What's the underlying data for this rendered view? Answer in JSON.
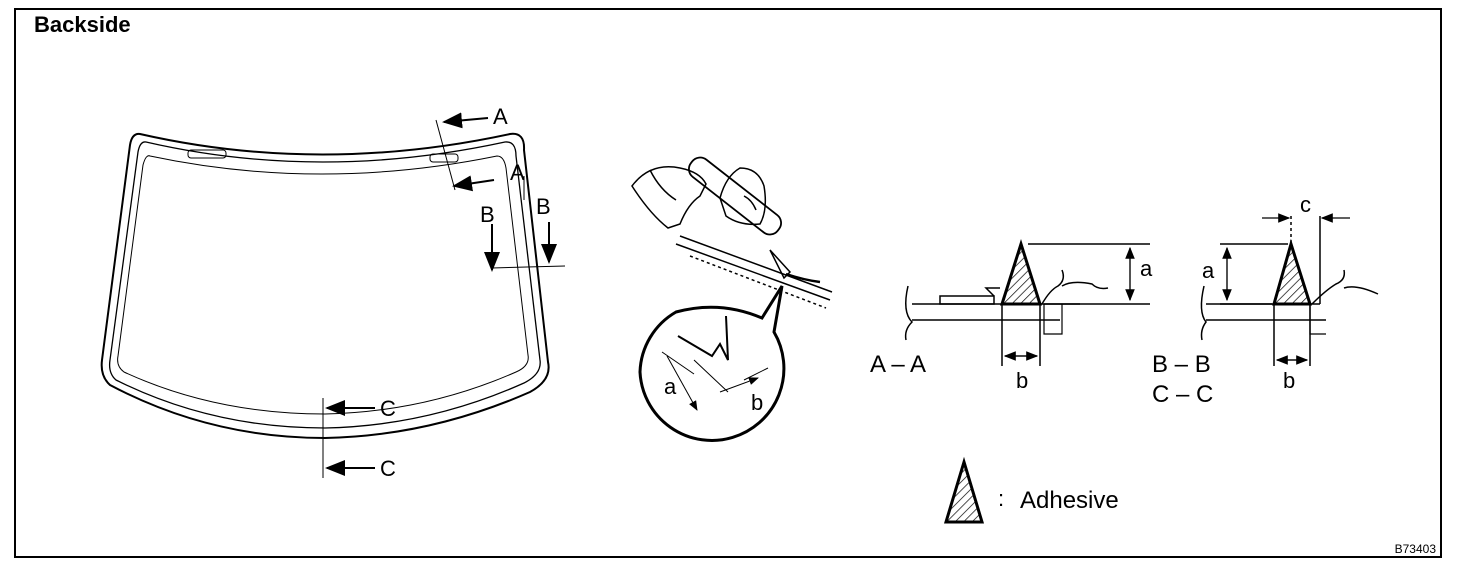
{
  "title": "Backside",
  "code": "B73403",
  "labels": {
    "a": "A",
    "b": "B",
    "c": "C",
    "dim_a": "a",
    "dim_b": "b",
    "dim_c": "c"
  },
  "sections": {
    "aa": "A – A",
    "bb": "B – B",
    "cc": "C – C"
  },
  "legend": {
    "sep": ":",
    "label": "Adhesive"
  }
}
